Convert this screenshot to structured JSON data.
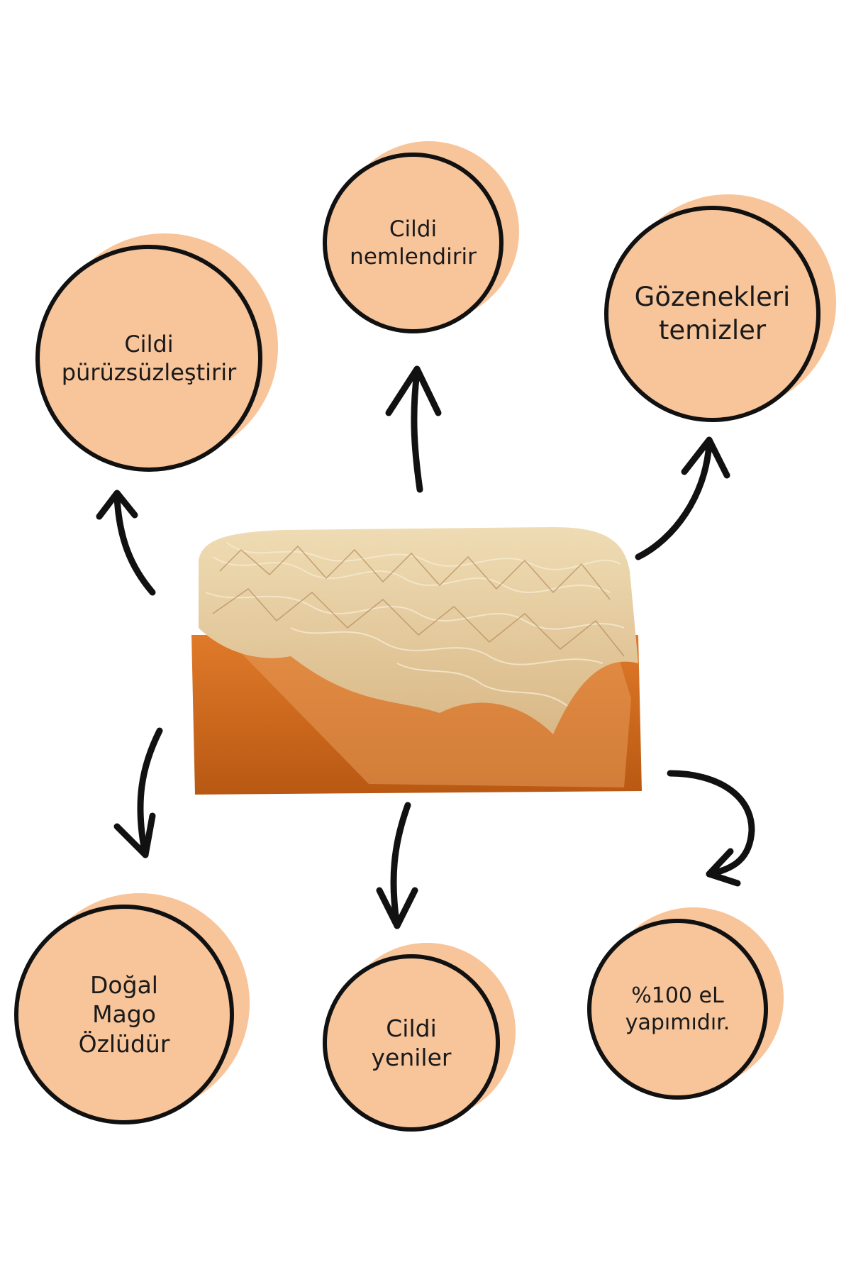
{
  "benefits": {
    "moisturizes": [
      "Cildi",
      "nemlendirir"
    ],
    "smooths": [
      "Cildi",
      "pürüzsüzleştirir"
    ],
    "pores": [
      "Gözenekleri",
      "temizler"
    ],
    "natural": [
      "Doğal",
      "Mago",
      "Özlüdür"
    ],
    "renews": [
      "Cildi",
      "yeniler"
    ],
    "handmade": [
      "%100 eL",
      "yapımıdır."
    ]
  },
  "colors": {
    "badge_fill": "#f8c49a",
    "badge_ring": "#111111",
    "soap": "#c8661a",
    "loofah": "#e9cfa0",
    "arrow": "#111111"
  },
  "icons": [
    "loofah-soap-illustration",
    "arrow-icon"
  ]
}
